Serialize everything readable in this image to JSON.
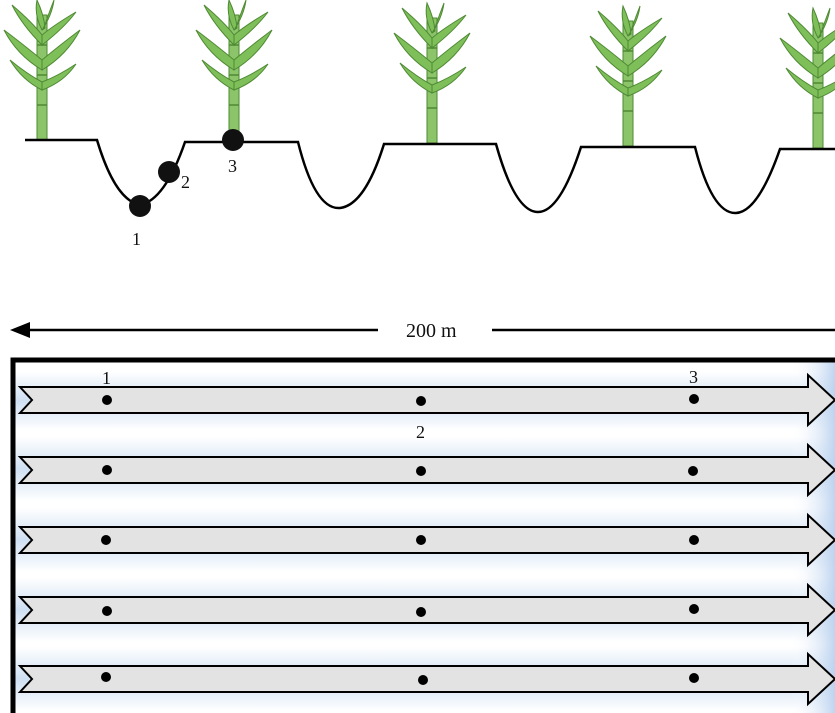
{
  "profile": {
    "point_labels": [
      "1",
      "2",
      "3"
    ]
  },
  "field": {
    "distance_label": "200 m",
    "row_count": 5,
    "point_labels": {
      "first_row_left": "1",
      "first_row_right": "3",
      "first_row_middle": "2"
    }
  },
  "colors": {
    "leaf_green": "#7fbf5a",
    "stalk_green": "#8cc46a",
    "field_border": "#000000",
    "water_blue": "#cfe0f3",
    "arrow_fill": "#e3e3e3"
  }
}
